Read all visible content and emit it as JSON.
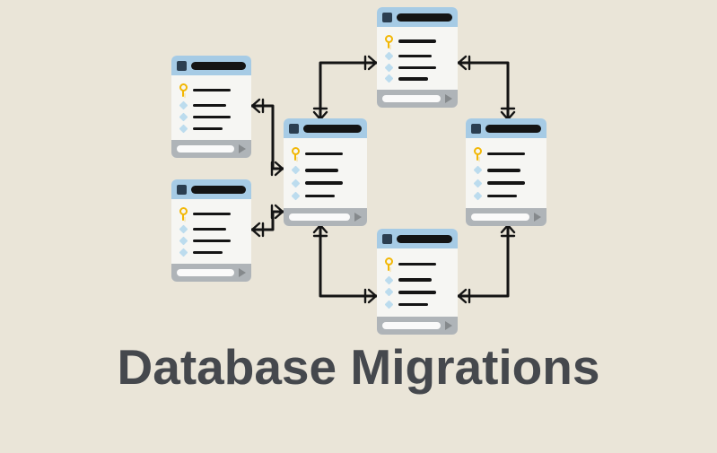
{
  "title": {
    "text": "Database Migrations",
    "color": "#45484d"
  },
  "canvas": {
    "background": "#eae5d8"
  },
  "diagram": {
    "type": "entity-relationship",
    "nodes": [
      {
        "id": "table-top"
      },
      {
        "id": "table-left-upper"
      },
      {
        "id": "table-left-lower"
      },
      {
        "id": "table-center"
      },
      {
        "id": "table-right"
      },
      {
        "id": "table-bottom"
      }
    ],
    "edges": [
      {
        "from": "table-left-upper",
        "to": "table-center"
      },
      {
        "from": "table-left-lower",
        "to": "table-center"
      },
      {
        "from": "table-center",
        "to": "table-top"
      },
      {
        "from": "table-top",
        "to": "table-right"
      },
      {
        "from": "table-center",
        "to": "table-bottom"
      },
      {
        "from": "table-right",
        "to": "table-bottom"
      }
    ],
    "icons": {
      "table_icon": "dark-square",
      "primary_key_icon": "yellow-key",
      "field_diamond_icon": "blue-diamond",
      "play_icon": "gray-triangle"
    },
    "colors": {
      "card_header": "#a6cbe5",
      "card_body": "#f6f6f3",
      "card_footer": "#afb4b8",
      "header_square": "#2b3e50",
      "title_bar": "#141414",
      "key_icon": "#f2b705",
      "field_icon": "#bcdcee",
      "field_line": "#141414",
      "footer_bar": "#fafafa",
      "play_icon": "#85898c",
      "connector": "#141414"
    }
  }
}
